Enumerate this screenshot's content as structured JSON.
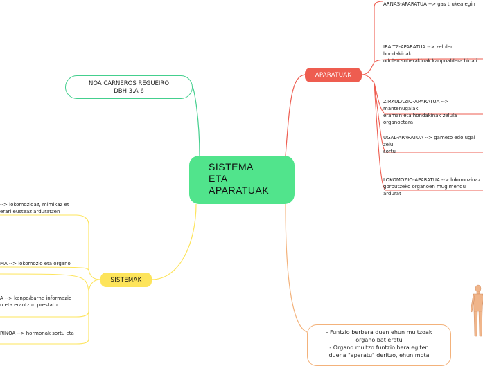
{
  "central_topic": "SISTEMA\nETA\nAPARATUAK",
  "author": "NOA CARNEROS REGUEIRO\nDBH 3.A   6",
  "branches": {
    "aparatuak": {
      "label": "APARATUAK",
      "color": "#ee5d50",
      "items": [
        "ARNAS-APARATUA --> gas trukea egin",
        "IRAITZ-APARATUA --> zelulen hondakinak\nodolen soberakinak kanpoaldera bidali",
        "ZIRKULAZIO-APARATUA --> mantenugaiak\neraman eta hondakinak zelula organoetara",
        "UGAL-APARATUA --> gameto edo ugal zelu\nsortu",
        "LOKOMOZIO-APARATUA --> lokomozioaz\ngorputzeko organoen mugimendu ardurat"
      ]
    },
    "sistemak": {
      "label": "SISTEMAK",
      "color": "#fde45b",
      "items": [
        "--> lokomozioaz, mimikaz et\nerari eusteaz arduratzen",
        "MA --> lokomozio eta organo",
        "A --> kanpo/barne informazio\nu eta erantzun prestatu.",
        "RINOA --> hormonak sortu eta"
      ]
    }
  },
  "info_note": "- Funtzio berbera duen ehun multzoak\norgano bat eratu\n- Organo multzo funtzio bera egiten\nduena \"aparatu\" deritzo, ehun mota",
  "colors": {
    "central": "#51e48c",
    "author_line": "#44cf8e",
    "aparatuak_line": "#ee5d50",
    "sistemak_line": "#fde45b",
    "info_line": "#f3b27b"
  }
}
